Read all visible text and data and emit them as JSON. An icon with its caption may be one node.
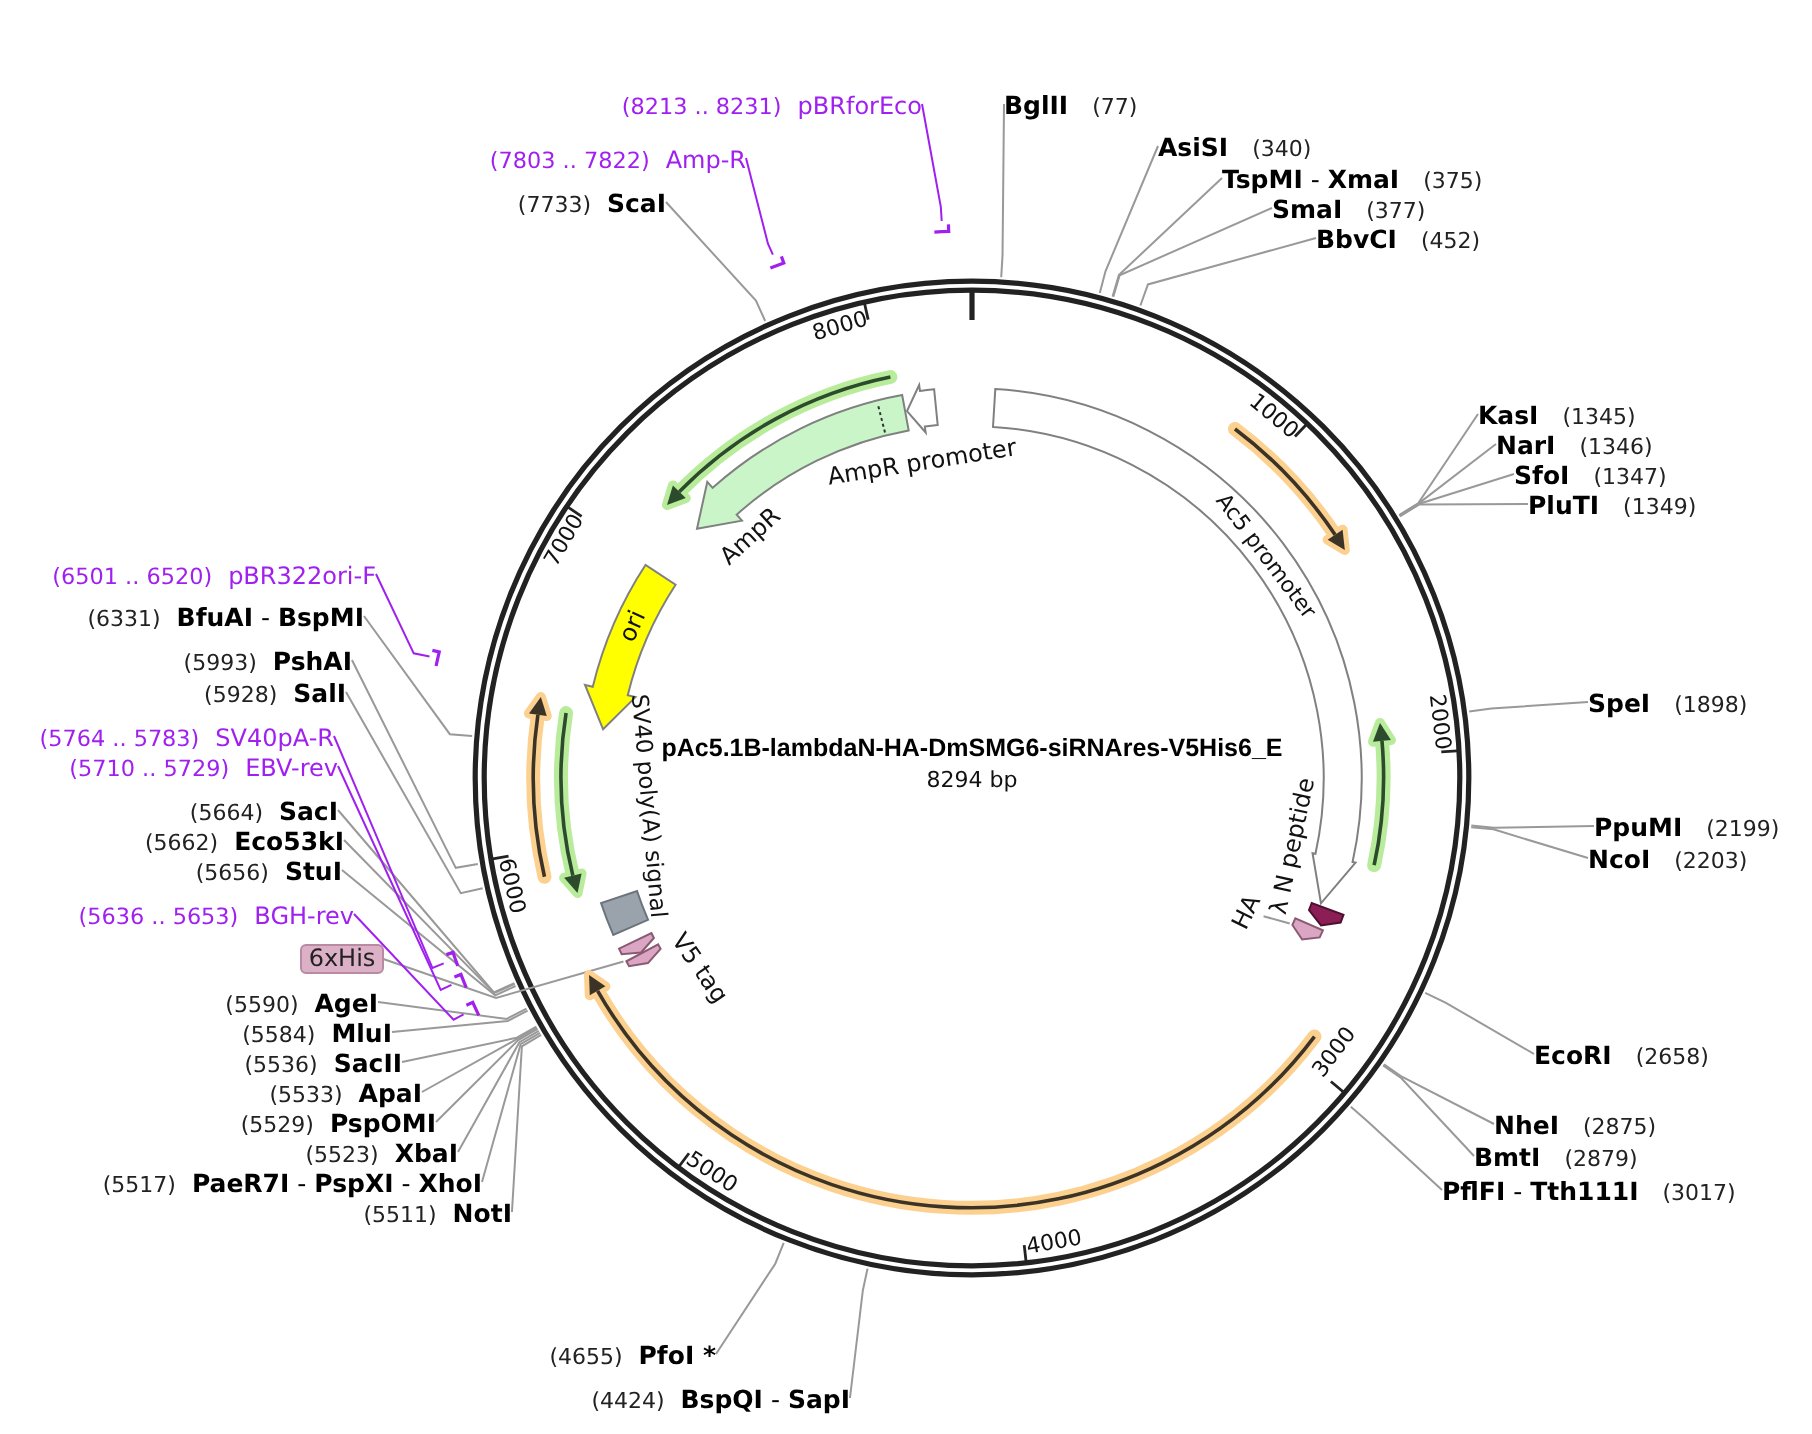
{
  "diagram": {
    "title": "pAc5.1B-lambdaN-HA-DmSMG6-siRNAres-V5His6_E",
    "nodes": [
      {
        "text": [
          "(8213 .. 8231)",
          "pBRforEco"
        ]
      },
      {
        "text": [],
        "shape": "bar"
      },
      {
        "text": [
          "BglII",
          "(77)"
        ]
      },
      {
        "text": [
          "AsiSI",
          "(340)"
        ]
      },
      {
        "text": [
          "**TspMI** - **XmaI**",
          "(375)"
        ]
      },
      {
        "text": [
          "SmaI",
          "(377)"
        ]
      },
      {
        "text": [
          "BbvCI",
          "(452)"
        ]
      },
      {
        "text": [
          "KasI",
          "(1345)"
        ]
      },
      {
        "text": [
          "NarI",
          "(1346)"
        ]
      },
      {
        "text": [
          "SfoI",
          "(1347)"
        ]
      },
      {
        "text": [
          "PluTI",
          "(1349)"
        ]
      },
      {
        "text": [
          "SpeI",
          "(1898)"
        ]
      },
      {
        "text": [
          "PpuMI",
          "(2199)"
        ]
      },
      {
        "text": [
          "NcoI",
          "(2203)"
        ]
      },
      {
        "text": [
          "EcoRI",
          "(2658)"
        ]
      },
      {
        "text": [
          "NheI",
          "(2875)"
        ]
      },
      {
        "text": [
          "BmtI",
          "(2879)"
        ]
      },
      {
        "text": [
          "**PflFI** - **Tth111I**",
          "(3017)"
        ]
      },
      {
        "text": [
          "(4424)",
          "**BspQI** - **SapI**"
        ]
      },
      {
        "text": [
          "(4655)",
          "PfoI *"
        ]
      },
      {
        "text": [
          "(5511)",
          "NotI"
        ]
      },
      {
        "text": [
          "(5517)",
          "**PaeR7I** - **PspXI** - **XhoI**"
        ]
      },
      {
        "text": [
          "(5523)",
          "XbaI"
        ]
      },
      {
        "text": [
          "(5529)",
          "PspOMI"
        ]
      },
      {
        "text": [
          "(5533)",
          "ApaI"
        ]
      },
      {
        "text": [
          "(5536)",
          "SacII"
        ]
      },
      {
        "text": [
          "(5584)",
          "MluI"
        ]
      },
      {
        "text": [
          "(5590)",
          "AgeI"
        ]
      },
      {
        "text": [
          "6xHis"
        ]
      },
      {
        "text": [],
        "shape": "arrow"
      },
      {
        "text": [
          "(5636 .. 5653)",
          "BGH-rev"
        ]
      },
      {
        "text": [],
        "shape": "bar"
      },
      {
        "text": [
          "(5656)",
          "StuI"
        ]
      },
      {
        "text": [
          "(5662)",
          "Eco53kI"
        ]
      },
      {
        "text": [
          "(5664)",
          "SacI"
        ]
      },
      {
        "text": [
          "(5710 .. 5729)",
          "EBV-rev"
        ]
      },
      {
        "text": [],
        "shape": "bar"
      },
      {
        "text": [
          "(5764 .. 5783)",
          "SV40pA-R"
        ]
      },
      {
        "text": [],
        "shape": "bar"
      },
      {
        "text": [
          "(5928)",
          "SalI"
        ]
      },
      {
        "text": [
          "(5993)",
          "PshAI"
        ]
      },
      {
        "text": [
          "(6331)",
          "**BfuAI** - **BspMI**"
        ]
      },
      {
        "text": [
          "(6501 .. 6520)",
          "pBR322ori-F"
        ]
      },
      {
        "text": [],
        "shape": "bar"
      },
      {
        "text": [
          "(7733)",
          "ScaI"
        ]
      },
      {
        "text": [
          "(7803 .. 7822)",
          "Amp-R"
        ]
      },
      {
        "text": [],
        "shape": "bar"
      },
      {
        "text": [
          "AmpR promoter"
        ]
      },
      {
        "text": [
          "AmpR"
        ]
      },
      {
        "text": [
          "ori"
        ]
      },
      {
        "text": [
          "SV40 poly(A) signal"
        ]
      },
      {
        "text": [
          "V5 tag"
        ]
      },
      {
        "text": [
          "Ac5 promoter"
        ]
      },
      {
        "text": [
          "λ N peptide"
        ]
      },
      {
        "text": [
          "HA"
        ]
      },
      {
        "text": [],
        "shape": "arrow"
      },
      {
        "text": [],
        "shape": "arrow"
      },
      {
        "text": [],
        "shape": "arrow"
      },
      {
        "text": [],
        "shape": "arrow"
      },
      {
        "text": [],
        "shape": "arrow"
      },
      {
        "text": [],
        "shape": "arrow"
      },
      {
        "text": [],
        "shape": "arrow"
      }
    ],
    "edges": [
      {
        "from": 0,
        "to": 1,
        "arrow": "none",
        "color": "#a020f0"
      },
      {
        "from": 2,
        "to": null,
        "arrow": "none"
      },
      {
        "from": 3,
        "to": null,
        "arrow": "none"
      },
      {
        "from": 4,
        "to": null,
        "arrow": "none"
      },
      {
        "from": 5,
        "to": null,
        "arrow": "none"
      },
      {
        "from": 6,
        "to": null,
        "arrow": "none"
      },
      {
        "from": 7,
        "to": null,
        "arrow": "none"
      },
      {
        "from": 8,
        "to": null,
        "arrow": "none"
      },
      {
        "from": 9,
        "to": null,
        "arrow": "none"
      },
      {
        "from": 10,
        "to": null,
        "arrow": "none"
      },
      {
        "from": 11,
        "to": null,
        "arrow": "none"
      },
      {
        "from": 12,
        "to": null,
        "arrow": "none"
      },
      {
        "from": 13,
        "to": null,
        "arrow": "none"
      },
      {
        "from": 14,
        "to": null,
        "arrow": "none"
      },
      {
        "from": 15,
        "to": null,
        "arrow": "none"
      },
      {
        "from": 16,
        "to": null,
        "arrow": "none"
      },
      {
        "from": 17,
        "to": null,
        "arrow": "none"
      },
      {
        "from": 18,
        "to": null,
        "arrow": "none"
      },
      {
        "from": 19,
        "to": null,
        "arrow": "none"
      },
      {
        "from": 20,
        "to": null,
        "arrow": "none"
      },
      {
        "from": 21,
        "to": null,
        "arrow": "none"
      },
      {
        "from": 22,
        "to": null,
        "arrow": "none"
      },
      {
        "from": 23,
        "to": null,
        "arrow": "none"
      },
      {
        "from": 24,
        "to": null,
        "arrow": "none"
      },
      {
        "from": 25,
        "to": null,
        "arrow": "none"
      },
      {
        "from": 26,
        "to": null,
        "arrow": "none"
      },
      {
        "from": 27,
        "to": null,
        "arrow": "none"
      },
      {
        "from": 28,
        "to": 29,
        "arrow": "none"
      },
      {
        "from": 30,
        "to": 31,
        "arrow": "none",
        "color": "#a020f0"
      },
      {
        "from": 32,
        "to": null,
        "arrow": "none"
      },
      {
        "from": 33,
        "to": null,
        "arrow": "none"
      },
      {
        "from": 34,
        "to": null,
        "arrow": "none"
      },
      {
        "from": 35,
        "to": 36,
        "arrow": "none",
        "color": "#a020f0"
      },
      {
        "from": 37,
        "to": 38,
        "arrow": "none",
        "color": "#a020f0"
      },
      {
        "from": 39,
        "to": null,
        "arrow": "none"
      },
      {
        "from": 40,
        "to": null,
        "arrow": "none"
      },
      {
        "from": 41,
        "to": null,
        "arrow": "none"
      },
      {
        "from": 42,
        "to": 43,
        "arrow": "none",
        "color": "#a020f0"
      },
      {
        "from": 44,
        "to": null,
        "arrow": "none"
      },
      {
        "from": 45,
        "to": 46,
        "arrow": "none",
        "color": "#a020f0"
      },
      {
        "from": 54,
        "to": 55,
        "arrow": "none"
      }
    ],
    "labels": [
      "8000",
      "1000",
      "7000",
      "2000",
      "8294 bp",
      "6000",
      "3000",
      "5000",
      "4000"
    ]
  }
}
